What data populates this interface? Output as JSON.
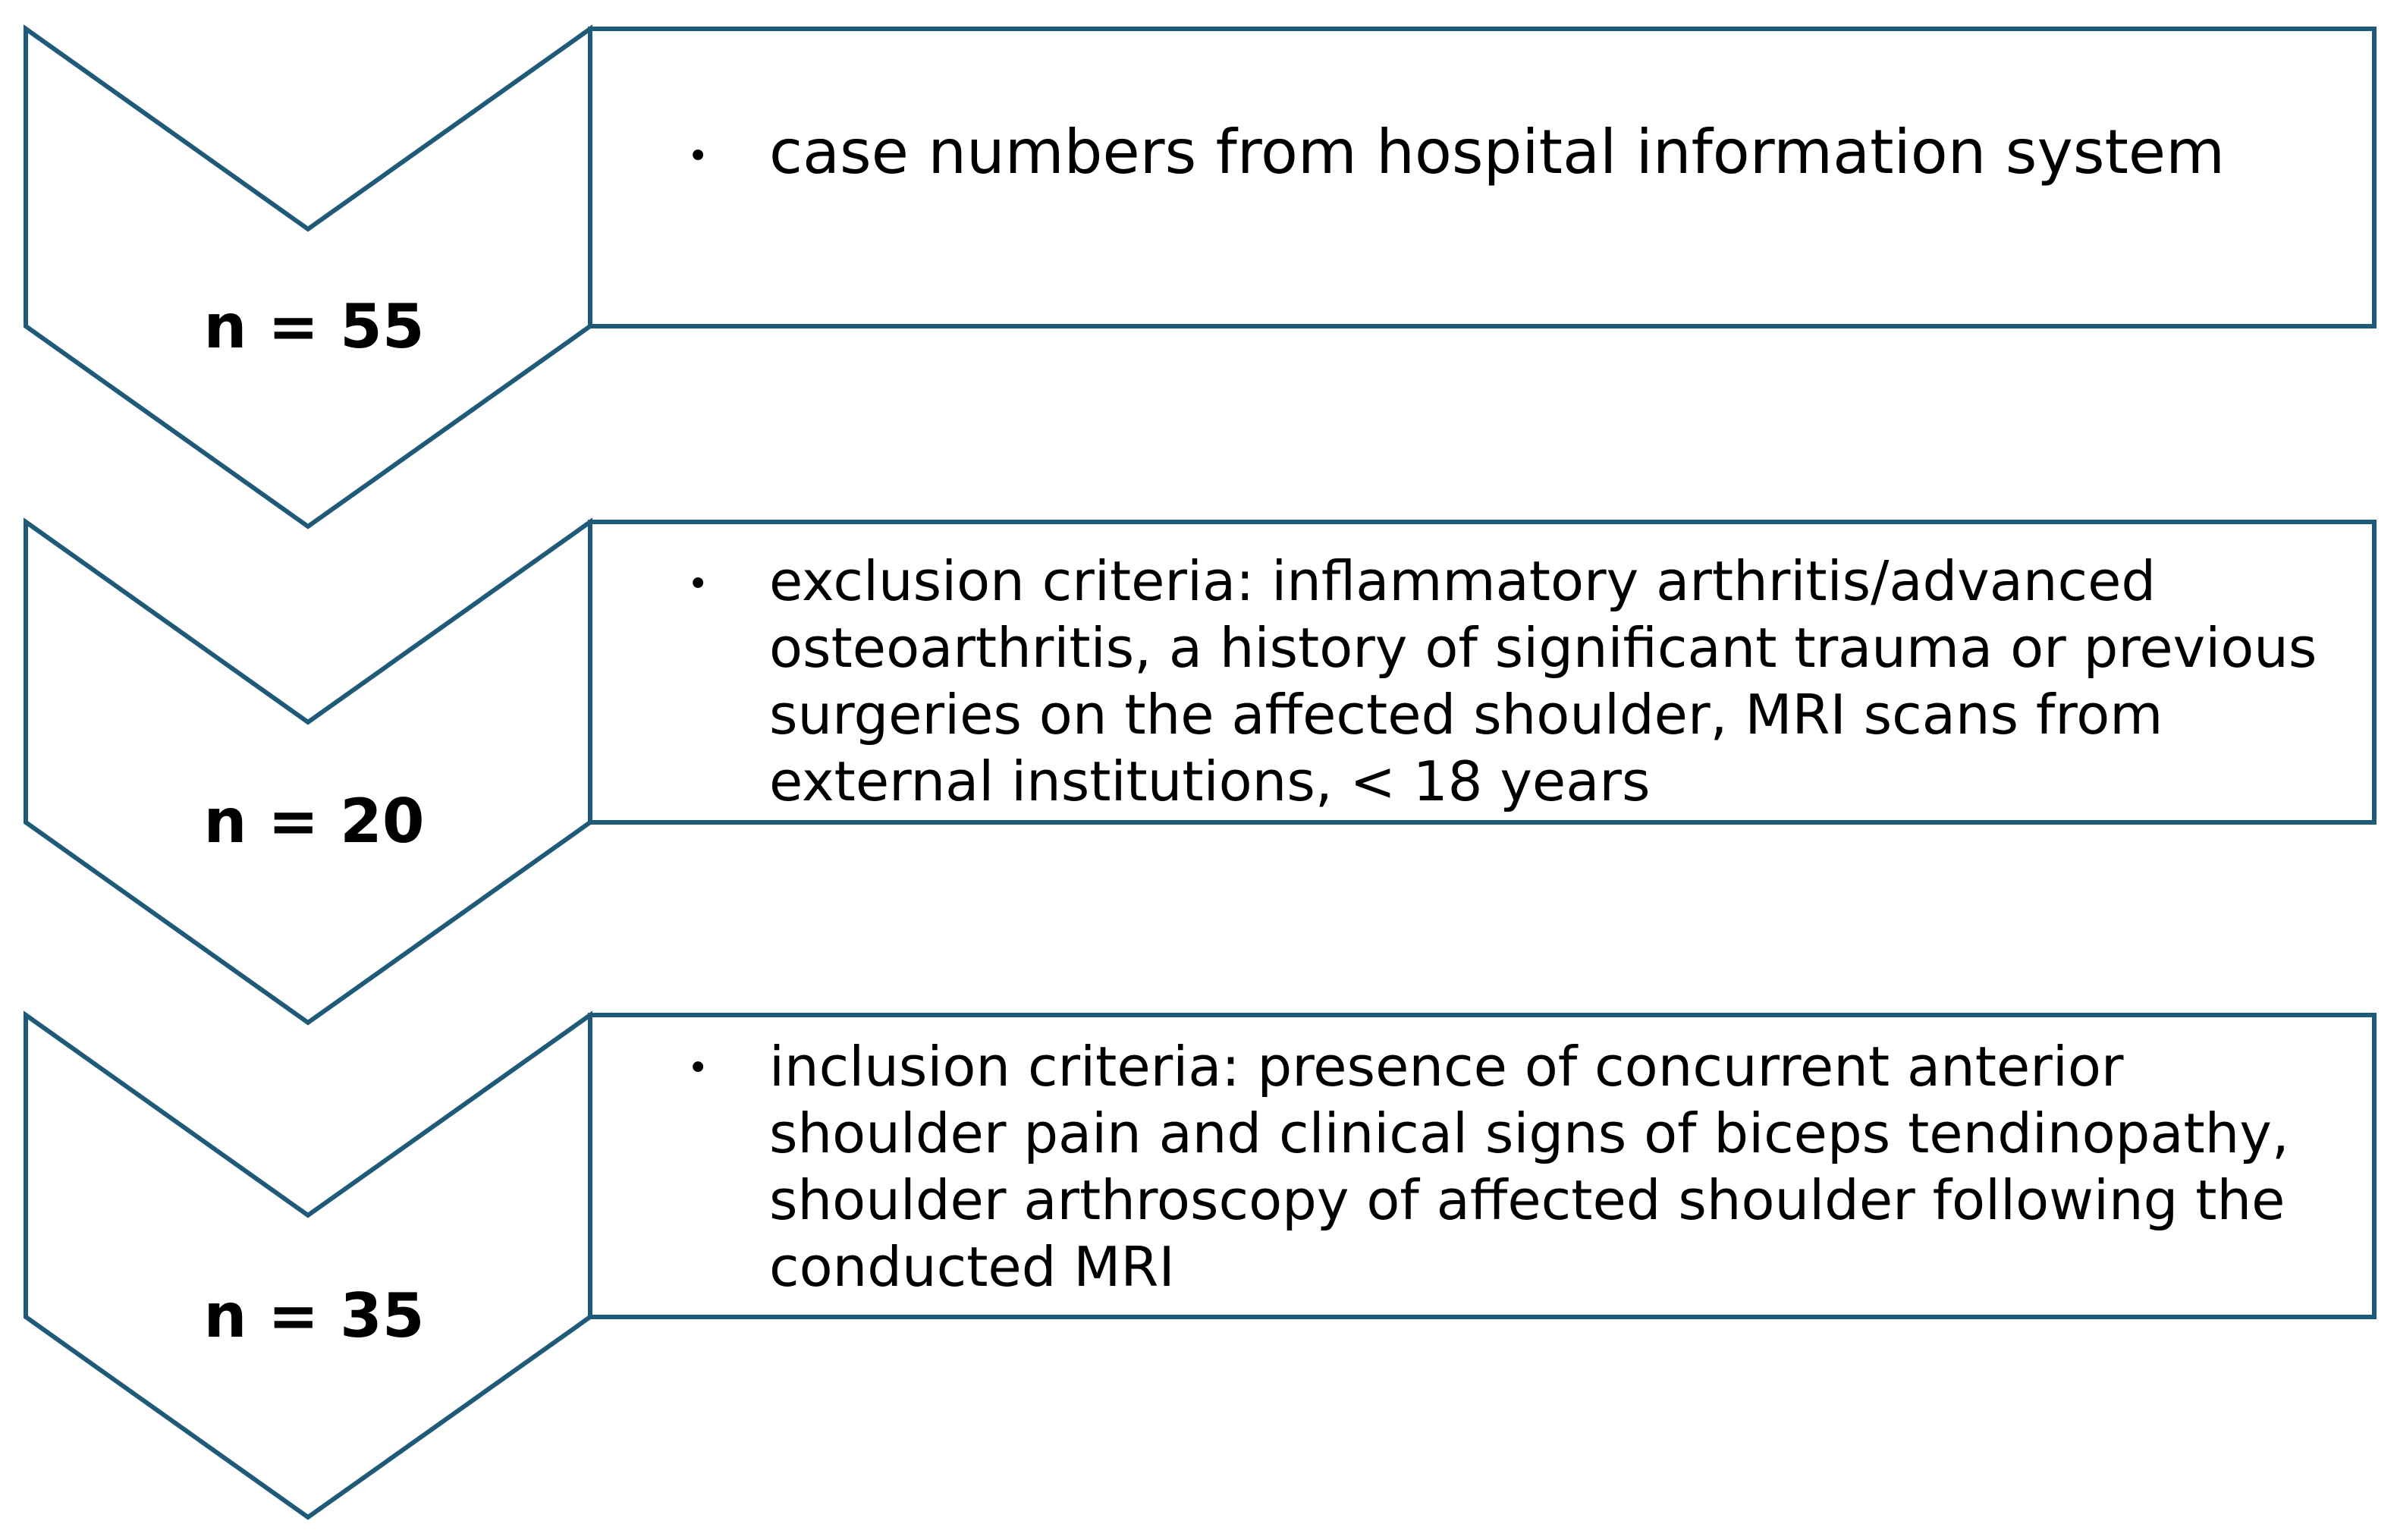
{
  "colors": {
    "stroke": "#1f5a78",
    "text": "#000000",
    "background": "#ffffff"
  },
  "steps": [
    {
      "count_label": "n = 55",
      "bullet": "•",
      "text": "case numbers from hospital information system"
    },
    {
      "count_label": "n = 20",
      "bullet": "•",
      "text": "exclusion criteria: inflammatory arthritis/advanced osteoarthritis, a history of significant trauma or previous surgeries on the affected shoulder, MRI scans from external institutions, < 18 years"
    },
    {
      "count_label": "n = 35",
      "bullet": "•",
      "text": "inclusion criteria: presence of concurrent anterior shoulder pain and clinical signs of biceps tendinopathy, shoulder arthroscopy of affected shoulder following the conducted MRI"
    }
  ]
}
